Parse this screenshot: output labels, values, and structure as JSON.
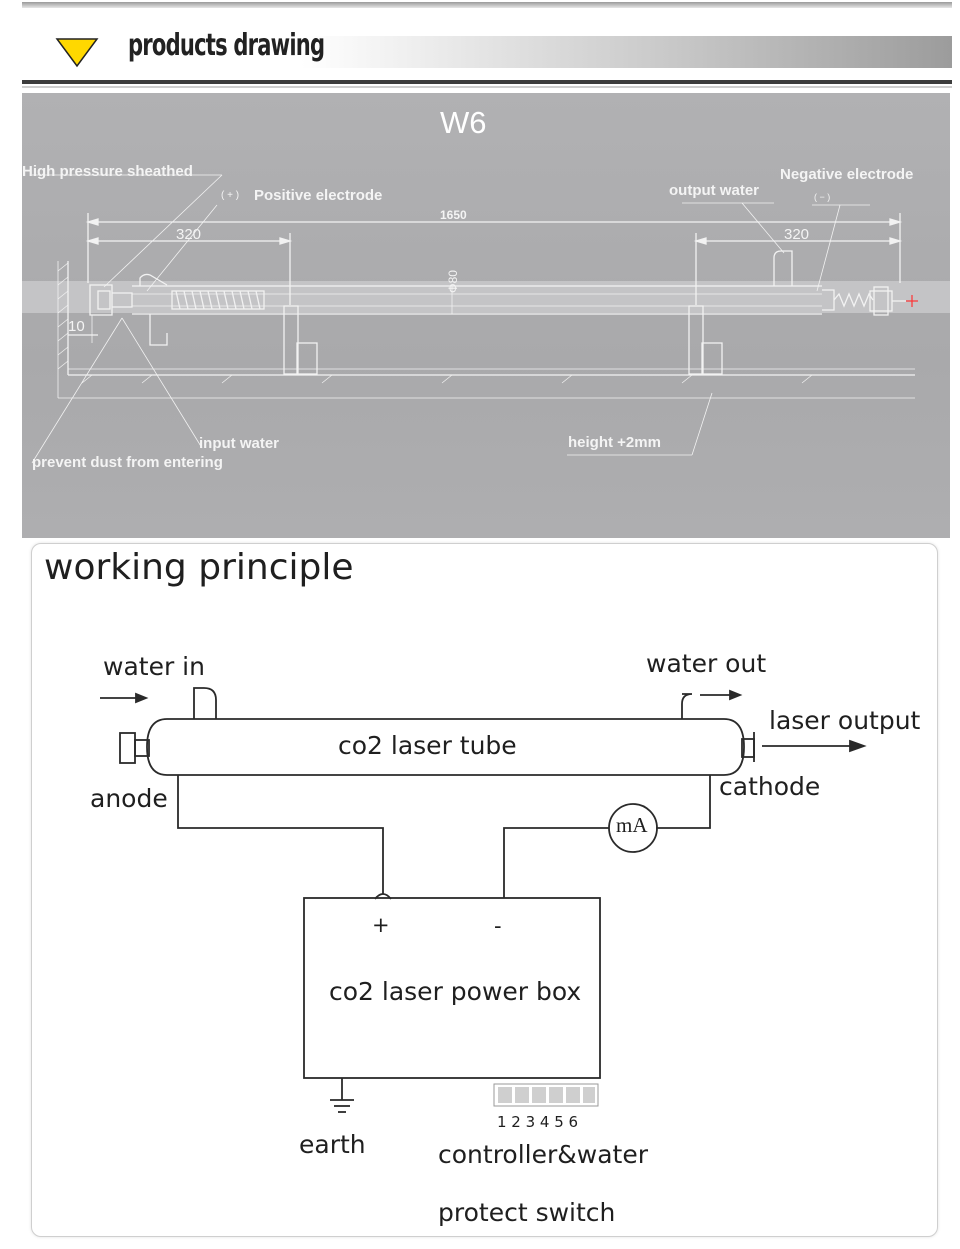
{
  "header": {
    "title": "products drawing",
    "accent_color": "#ffd800",
    "icon": "triangle-down-icon"
  },
  "drawing": {
    "model": "W6",
    "labels": {
      "high_pressure": "High pressure sheathed",
      "positive_sign": "( + )",
      "positive": "Positive electrode",
      "total_length": "1650",
      "left_dim": "320",
      "right_dim": "320",
      "output_water": "output water",
      "negative": "Negative electrode",
      "negative_sign": "( − )",
      "diameter": "Φ80",
      "offset": "10",
      "input_water": "input water",
      "dust": "prevent dust from entering",
      "height": "height +2mm"
    }
  },
  "principle": {
    "title": "working principle",
    "water_in": "water in",
    "water_out": "water out",
    "laser_output": "laser output",
    "tube": "co2 laser tube",
    "anode": "anode",
    "cathode": "cathode",
    "meter": "mA",
    "plus": "+",
    "minus": "-",
    "power_box": "co2 laser power box",
    "earth": "earth",
    "terminals": "1 2 3 4 5 6",
    "controller_line1": "controller&water",
    "controller_line2": "protect switch"
  }
}
